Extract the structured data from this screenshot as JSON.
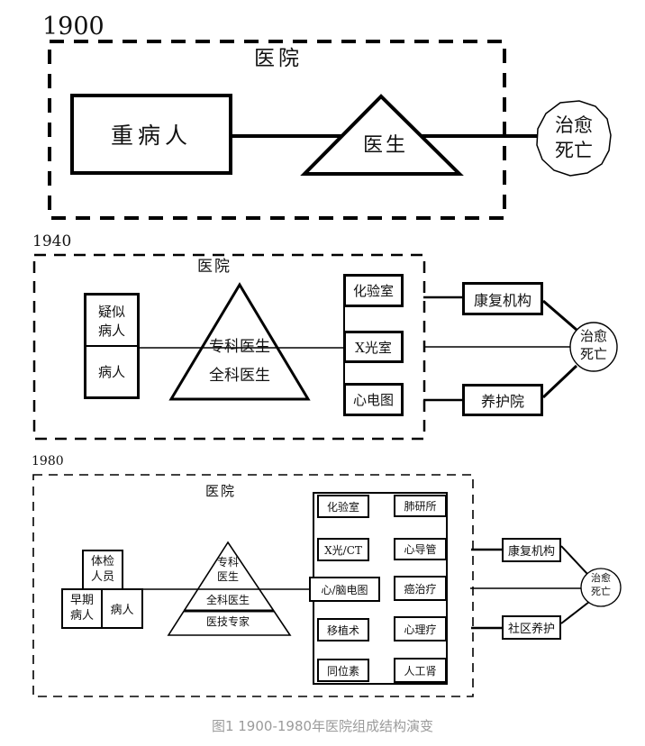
{
  "figure": {
    "caption": "图1 1900-1980年医院组成结构演变"
  },
  "s1900": {
    "year": "1900",
    "hospital": "医院",
    "patient": "重病人",
    "doctor": "医生",
    "outcome": "治愈\n死亡"
  },
  "s1940": {
    "year": "1940",
    "hospital": "医院",
    "suspected_patient": "疑似\n病人",
    "patient": "病人",
    "specialist": "专科医生",
    "generalist": "全科医生",
    "lab": "化验室",
    "xray": "X光室",
    "ecg": "心电图",
    "rehab": "康复机构",
    "nursing_home": "养护院",
    "outcome": "治愈\n死亡"
  },
  "s1980": {
    "year": "1980",
    "hospital": "医院",
    "checkup_staff": "体检\n人员",
    "early_patient": "早期\n病人",
    "patient": "病人",
    "specialist": "专科\n医生",
    "generalist": "全科医生",
    "med_tech_expert": "医技专家",
    "left_column": [
      "化验室",
      "X光/CT",
      "心/脑电图",
      "移植术",
      "同位素"
    ],
    "right_column": [
      "肺研所",
      "心导管",
      "癌治疗",
      "心理疗",
      "人工肾"
    ],
    "rehab": "康复机构",
    "community_care": "社区养护",
    "outcome": "治愈\n死亡"
  },
  "colors": {
    "ink": "#000000",
    "caption_gray": "#9b9b9b"
  }
}
